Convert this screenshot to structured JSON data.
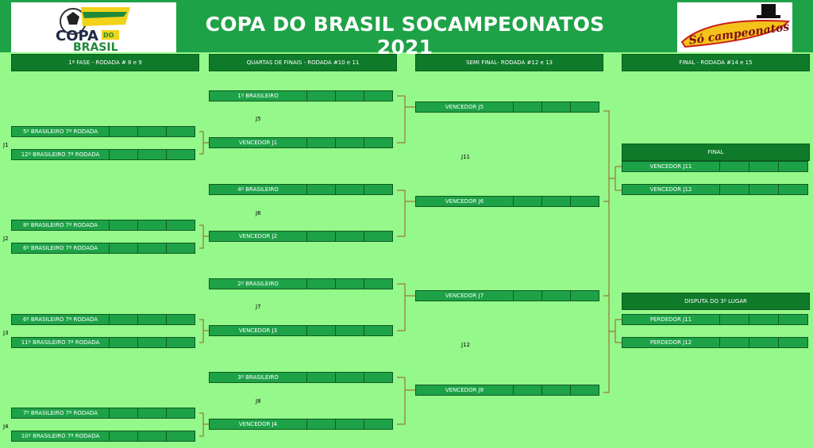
{
  "title": "COPA DO BRASIL SOCAMPEONATOS 2021",
  "logos": {
    "left_line1": "COPA",
    "left_do": "DO",
    "left_line2": "BRASIL",
    "right": "Só campeonatos"
  },
  "phases": {
    "p1": "1ª FASE - RODADA # 8 e 9",
    "p2": "QUARTAS DE FINAIS - RODADA #10 e 11",
    "p3": "SEMI FINAL- RODADA #12 e 13",
    "p4": "FINAL - RODADA #14 e 15"
  },
  "round1": {
    "r1": "5º BRASILEIRO 7ª RODADA",
    "r2": "12º BRASILEIRO 7ª RODADA",
    "r3": "8º BRASILEIRO 7ª RODADA",
    "r4": "6º BRASILEIRO 7ª RODADA",
    "r5": "6º BRASILEIRO 7ª RODADA",
    "r6": "11º BRASILEIRO 7ª RODADA",
    "r7": "7º BRASILEIRO 7ª RODADA",
    "r8": "10º BRASILEIRO 7ª RODADA"
  },
  "j_round1": {
    "j1": "J1",
    "j2": "J2",
    "j3": "J3",
    "j4": "J4"
  },
  "quarters": {
    "q1": "1º BRASILEIRO",
    "q2": "VENCEDOR J1",
    "q3": "4º BRASILEIRO",
    "q4": "VENCEDOR J2",
    "q5": "2º BRASILEIRO",
    "q6": "VENCEDOR J3",
    "q7": "3º BRASILEIRO",
    "q8": "VENCEDOR J4"
  },
  "j_quarters": {
    "j5": "J5",
    "j6": "J6",
    "j7": "J7",
    "j8": "J8"
  },
  "semis": {
    "s1": "VENCEDOR J5",
    "s2": "VENCEDOR J6",
    "s3": "VENCEDOR J7",
    "s4": "VENCEDOR J8"
  },
  "j_semis": {
    "j11": "J11",
    "j12": "J12"
  },
  "final": {
    "head": "FINAL",
    "f1": "VENCEDOR J11",
    "f2": "VENCEDOR J12"
  },
  "third": {
    "head": "DISPUTA DO 3º LUGAR",
    "t1": "PERDEDOR J11",
    "t2": "PERDEDOR J12"
  },
  "colors": {
    "background": "#94f88a",
    "header": "#1ea247",
    "phase": "#0f7a2a",
    "connector": "#9c5a2a"
  }
}
